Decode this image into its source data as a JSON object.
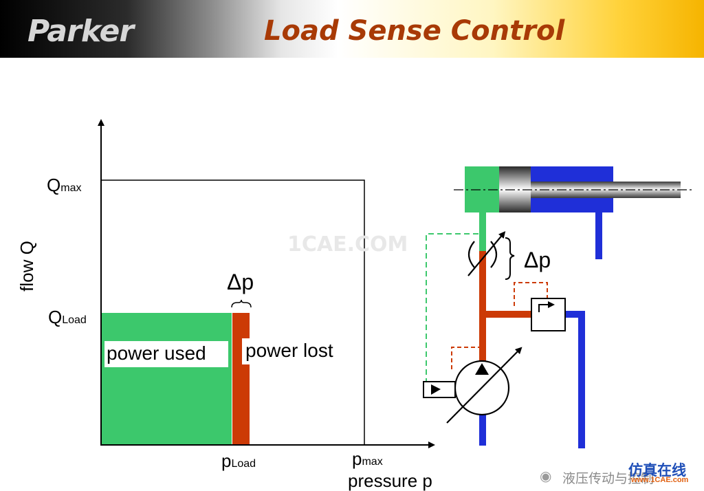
{
  "header": {
    "logo_text": "Parker",
    "title": "Load Sense Control",
    "accent_color": "#a83a06"
  },
  "graph": {
    "y_axis_label": "flow Q",
    "x_axis_label": "pressure p",
    "q_max": {
      "main": "Q",
      "sub": "max"
    },
    "q_load": {
      "main": "Q",
      "sub": "Load"
    },
    "p_load": {
      "main": "p",
      "sub": "Load"
    },
    "p_max": {
      "main": "p",
      "sub": "max"
    },
    "delta_p": "Δp",
    "power_used": "power used",
    "power_lost": "power lost",
    "colors": {
      "power_used": "#3cc86c",
      "power_lost": "#cc3a06"
    }
  },
  "circuit": {
    "delta_p": "Δp",
    "colors": {
      "load_line": "#cc3a06",
      "tank_line": "#1f2fd8",
      "cylinder_head": "#3cc86c"
    }
  },
  "watermark": {
    "center": "1CAE.COM",
    "footer_text": "液压传动与控制",
    "stamp_top": "仿真在线",
    "stamp_url": "www.1CAE.com"
  }
}
